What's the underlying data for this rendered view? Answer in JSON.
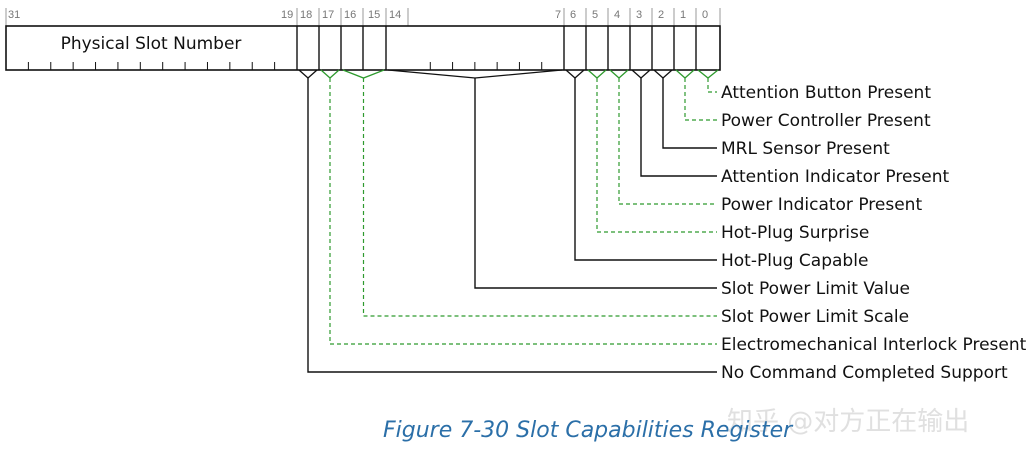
{
  "register": {
    "field_name": "Physical Slot Number",
    "bit_labels": [
      "31",
      "19",
      "18",
      "17",
      "16",
      "15",
      "14",
      "7",
      "6",
      "5",
      "4",
      "3",
      "2",
      "1",
      "0"
    ]
  },
  "fields": [
    {
      "label": "Attention Button Present",
      "bits": "0",
      "line_style": "dashed"
    },
    {
      "label": "Power Controller Present",
      "bits": "1",
      "line_style": "dashed"
    },
    {
      "label": "MRL Sensor Present",
      "bits": "2",
      "line_style": "solid"
    },
    {
      "label": "Attention Indicator Present",
      "bits": "3",
      "line_style": "solid"
    },
    {
      "label": "Power Indicator Present",
      "bits": "4",
      "line_style": "dashed"
    },
    {
      "label": "Hot-Plug Surprise",
      "bits": "5",
      "line_style": "dashed"
    },
    {
      "label": "Hot-Plug Capable",
      "bits": "6",
      "line_style": "solid"
    },
    {
      "label": "Slot Power Limit Value",
      "bits": "14:7",
      "line_style": "solid"
    },
    {
      "label": "Slot Power Limit Scale",
      "bits": "16:15",
      "line_style": "dashed"
    },
    {
      "label": "Electromechanical Interlock Present",
      "bits": "17",
      "line_style": "dashed"
    },
    {
      "label": "No Command Completed Support",
      "bits": "18",
      "line_style": "solid"
    }
  ],
  "caption": "Figure 7-30 Slot Capabilities Register",
  "watermark": "知乎 @对方正在输出",
  "colors": {
    "solid_line": "#111111",
    "dashed_line": "#2e9a2e",
    "caption": "#2b6fa8",
    "bit_number": "#777777"
  }
}
